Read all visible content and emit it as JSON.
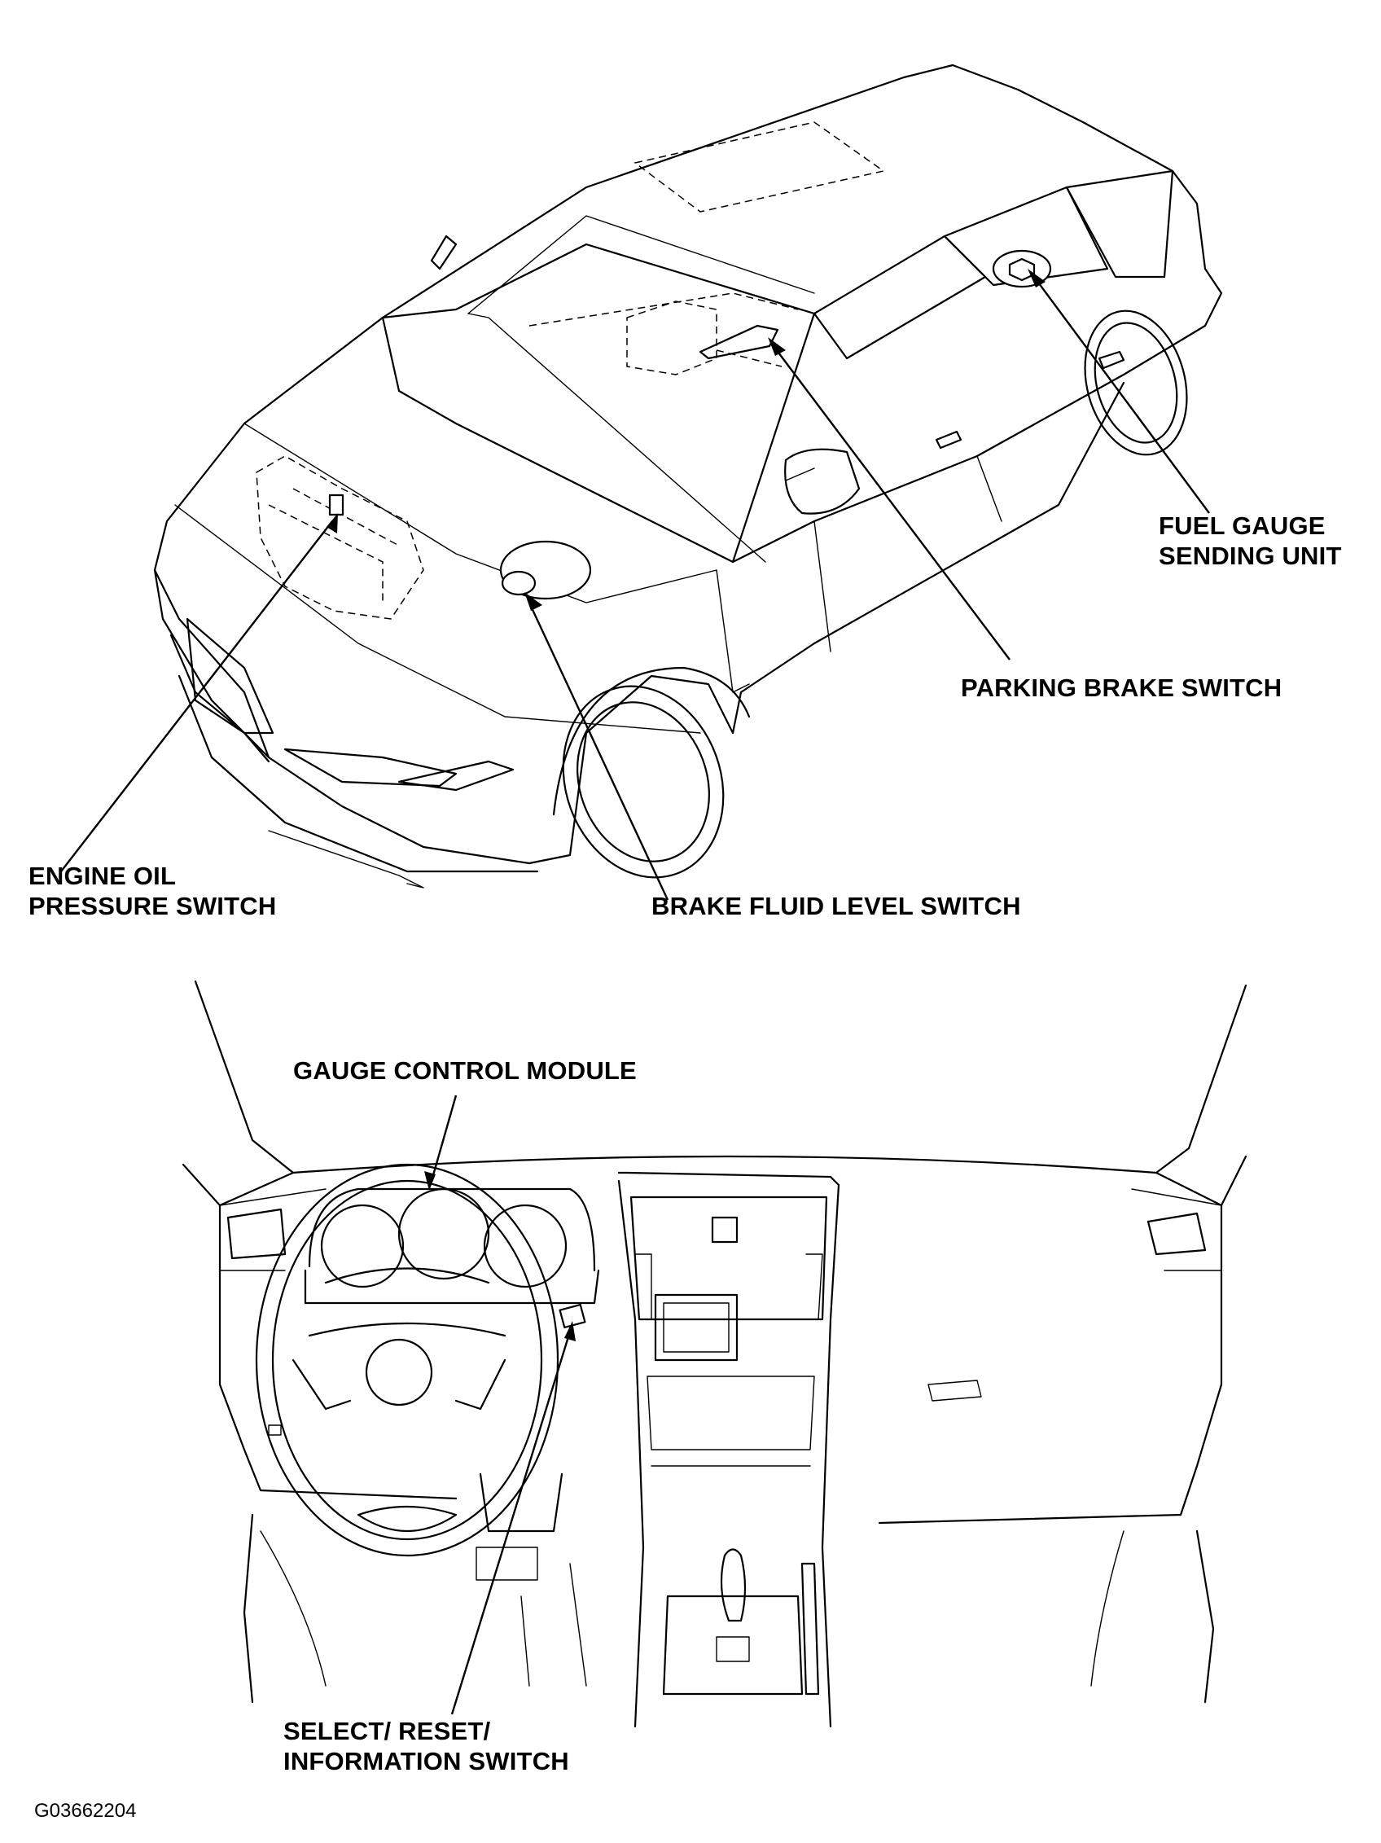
{
  "labels": {
    "fuel_gauge": [
      "FUEL GAUGE",
      "SENDING UNIT"
    ],
    "parking_brake": "PARKING BRAKE SWITCH",
    "engine_oil": [
      "ENGINE OIL",
      "PRESSURE SWITCH"
    ],
    "brake_fluid": "BRAKE FLUID LEVEL SWITCH",
    "gauge_control": "GAUGE CONTROL MODULE",
    "select_reset": [
      "SELECT/ RESET/",
      "INFORMATION SWITCH"
    ]
  },
  "figure_id": "G03662204",
  "colors": {
    "line": "#000000",
    "background": "#ffffff"
  }
}
